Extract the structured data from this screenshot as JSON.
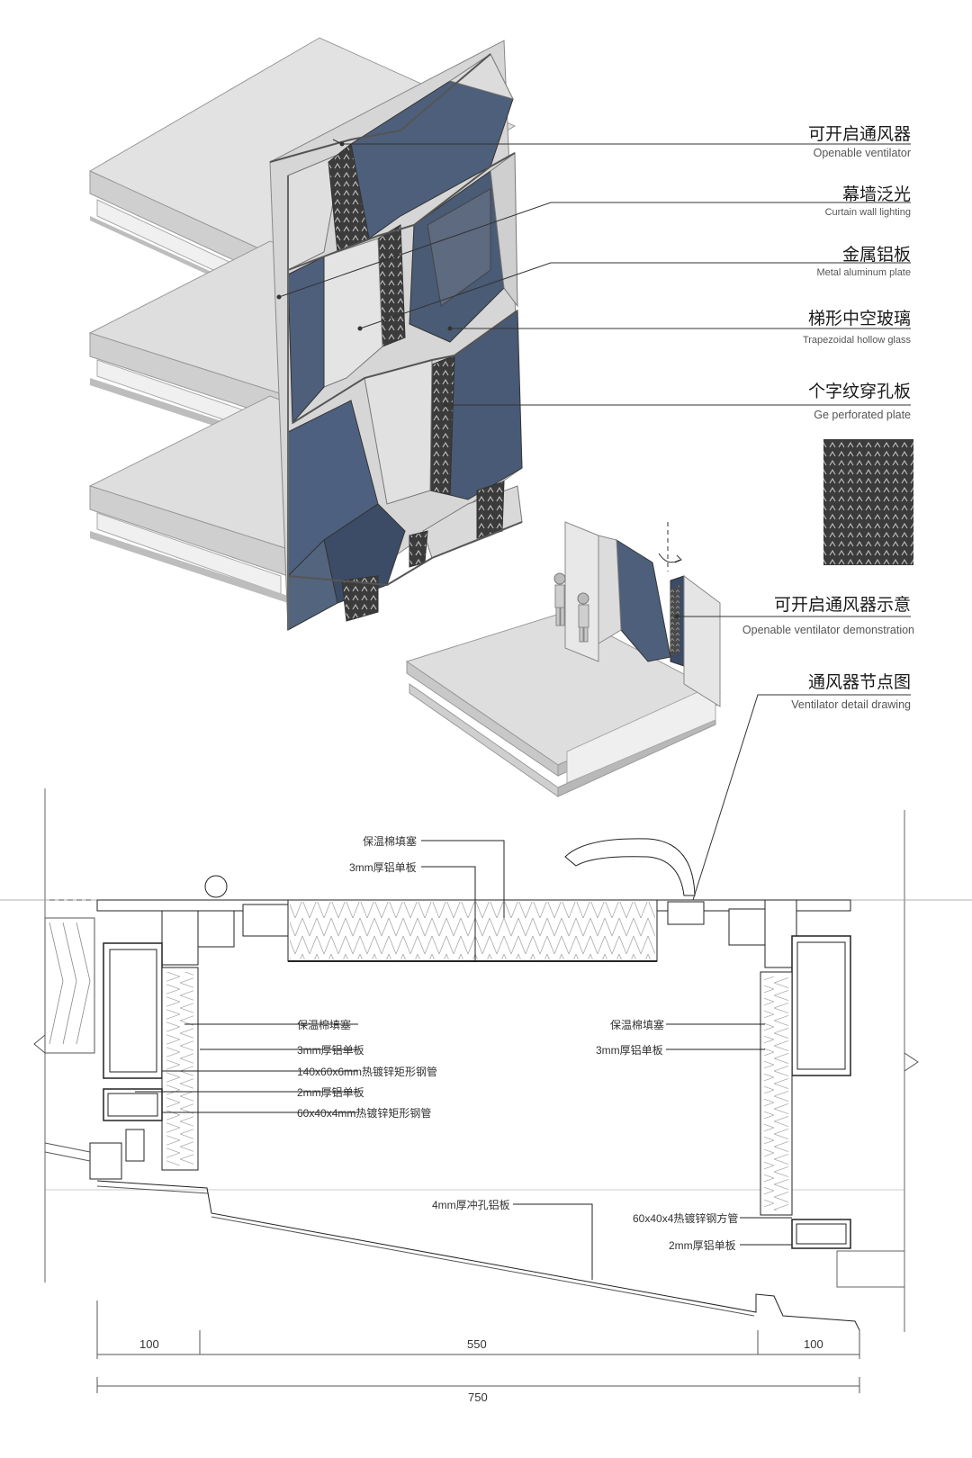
{
  "labels": [
    {
      "zh": "可开启通风器",
      "en": "Openable ventilator"
    },
    {
      "zh": "幕墙泛光",
      "en": "Curtain wall lighting"
    },
    {
      "zh": "金属铝板",
      "en": "Metal aluminum plate"
    },
    {
      "zh": "梯形中空玻璃",
      "en": "Trapezoidal hollow glass"
    },
    {
      "zh": "个字纹穿孔板",
      "en": "Ge perforated plate"
    },
    {
      "zh": "可开启通风器示意",
      "en": "Openable ventilator demonstration"
    },
    {
      "zh": "通风器节点图",
      "en": "Ventilator detail drawing"
    }
  ],
  "detail": {
    "top_insulation": "保温棉填塞",
    "top_plate": "3mm厚铝单板",
    "left": [
      "保温棉填塞",
      "3mm厚铝单板",
      "140x60x6mm热镀锌矩形钢管",
      "2mm厚铝单板",
      "60x40x4mm热镀锌矩形钢管"
    ],
    "right": [
      "保温棉填塞",
      "3mm厚铝单板"
    ],
    "perforated": "4mm厚冲孔铝板",
    "right_tube": "60x40x4热镀锌钢方管",
    "right_plate": "2mm厚铝单板"
  },
  "dimensions": {
    "left": "100",
    "middle": "550",
    "right": "100",
    "total": "750"
  },
  "colors": {
    "glass": "#4d5f7a",
    "glass_dark": "#3c4c66",
    "slab": "#d9d9d9",
    "panel": "#e9e9e9",
    "line": "#222222"
  }
}
